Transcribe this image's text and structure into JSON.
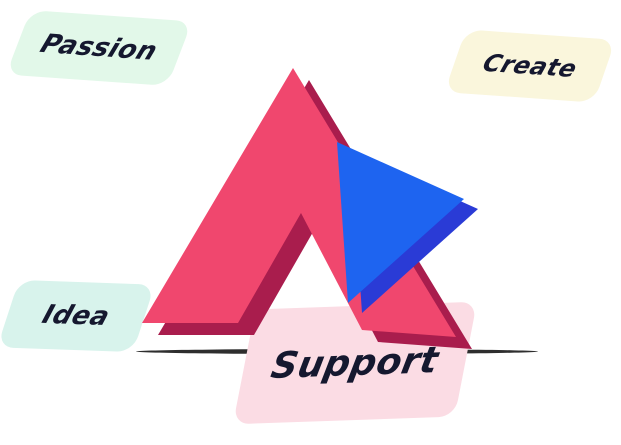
{
  "canvas": {
    "background": "#FFFFFF"
  },
  "badges": {
    "passion": {
      "label": "Passion",
      "bg": "#E2F8E9"
    },
    "create": {
      "label": "Create",
      "bg": "#FAF6DC"
    },
    "idea": {
      "label": "Idea",
      "bg": "#D8F3EC"
    },
    "support": {
      "label": "Support",
      "bg": "#FBDCE4"
    }
  },
  "label_text_color": "#15182F",
  "logo": {
    "name": "3d-letter-A-mark",
    "colors": {
      "pink": "#F0476E",
      "pink_dark": "#A91D4D",
      "blue": "#1E64F0",
      "blue_dark": "#2A3BD6",
      "ground_line": "#2E2E2E"
    }
  }
}
